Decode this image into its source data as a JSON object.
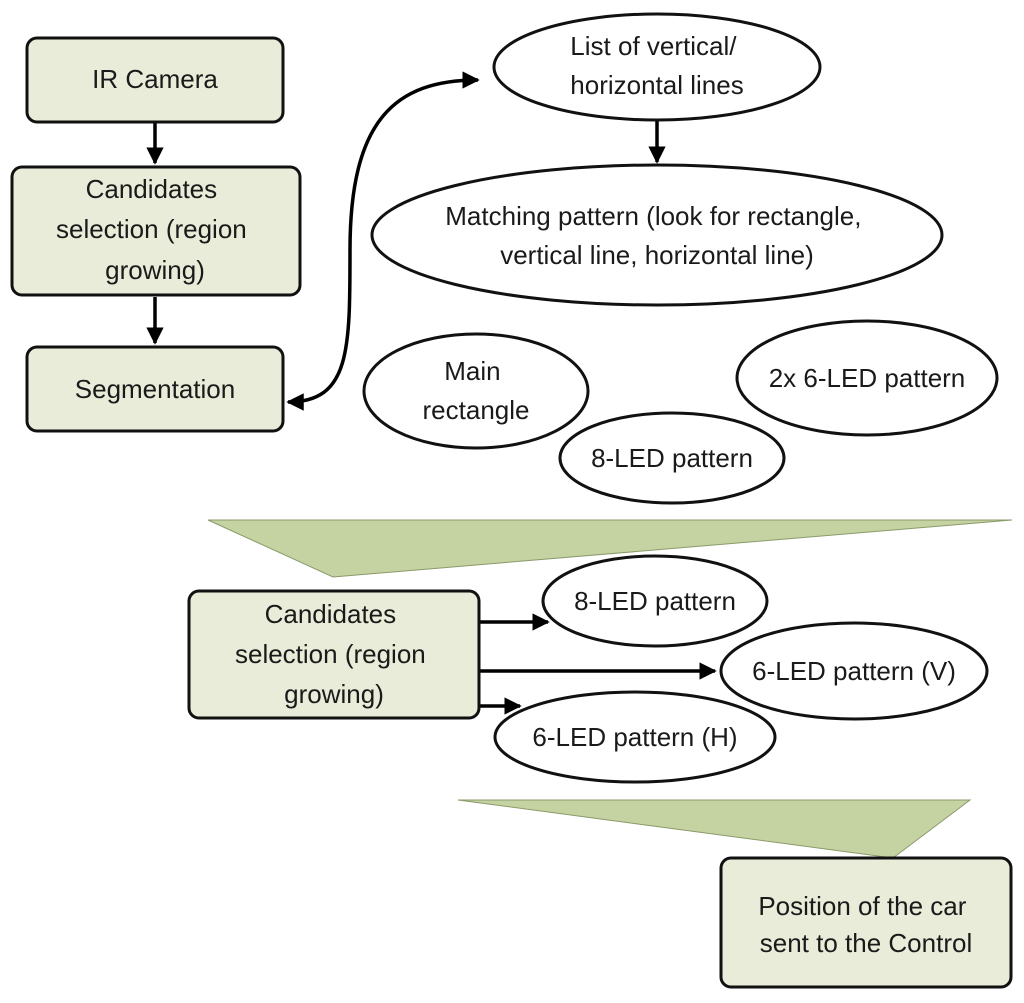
{
  "colors": {
    "box_fill": "#e8ecd8",
    "funnel_fill": "#c4d3a1",
    "outline": "#111111"
  },
  "boxes": {
    "ir_camera": [
      "IR Camera"
    ],
    "candidates_top": [
      "Candidates",
      "selection (region",
      "growing)"
    ],
    "segmentation": [
      "Segmentation"
    ],
    "candidates_bottom": [
      "Candidates",
      "selection (region",
      "growing)"
    ],
    "position": [
      "Position of the car",
      "sent to the Control"
    ]
  },
  "ellipses": {
    "lines_list": [
      "List of vertical/",
      "horizontal lines"
    ],
    "matching": [
      "Matching pattern (look for rectangle,",
      "vertical line, horizontal line)"
    ],
    "main_rect": [
      "Main",
      "rectangle"
    ],
    "two_six_led": [
      "2x 6-LED pattern"
    ],
    "eight_led_top": [
      "8-LED pattern"
    ],
    "eight_led_bottom": [
      "8-LED pattern"
    ],
    "six_led_v": [
      "6-LED pattern (V)"
    ],
    "six_led_h": [
      "6-LED pattern (H)"
    ]
  }
}
